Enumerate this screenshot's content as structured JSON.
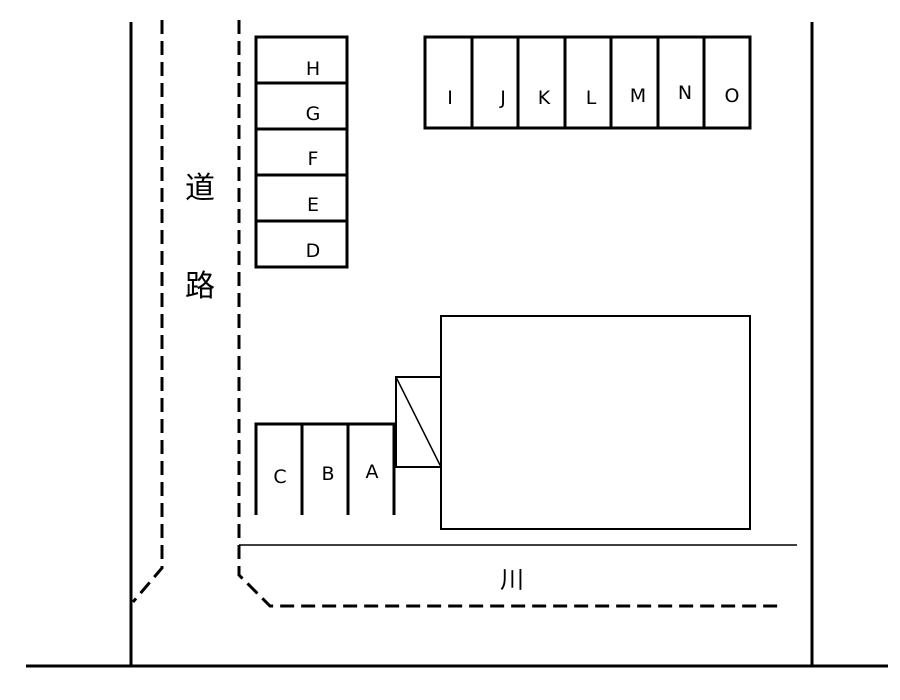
{
  "road": {
    "label_top": "道",
    "label_bottom": "路"
  },
  "river": {
    "label": "川"
  },
  "parking": {
    "left_column": [
      "H",
      "G",
      "F",
      "E",
      "D"
    ],
    "top_row": [
      "I",
      "J",
      "K",
      "L",
      "M",
      "N",
      "O"
    ],
    "bottom_row": [
      "C",
      "B",
      "A"
    ]
  },
  "colors": {
    "line": "#000000",
    "background": "#ffffff"
  }
}
